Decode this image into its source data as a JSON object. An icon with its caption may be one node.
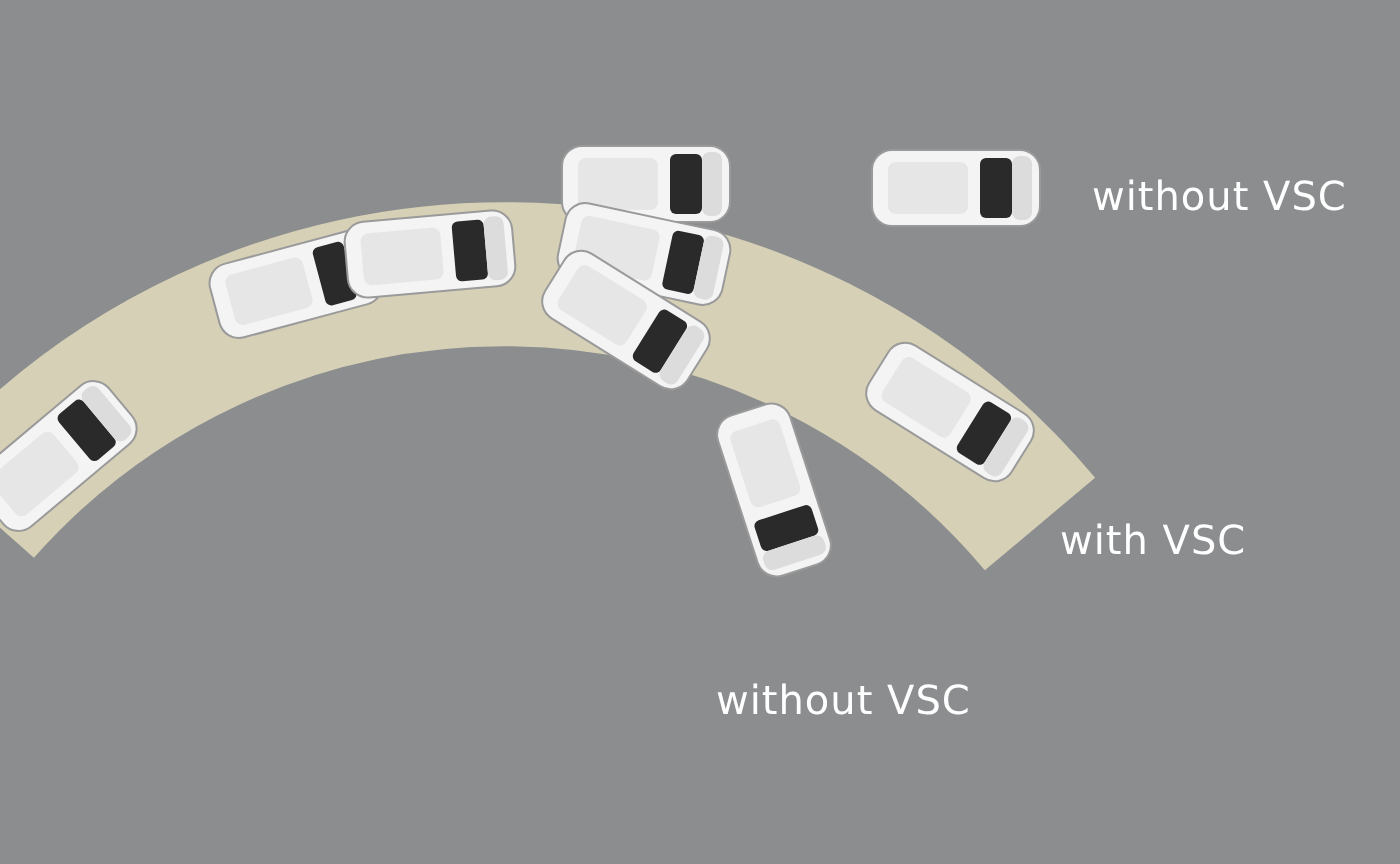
{
  "diagram": {
    "labels": [
      "without VSC",
      "with VSC",
      "without VSC"
    ]
  }
}
